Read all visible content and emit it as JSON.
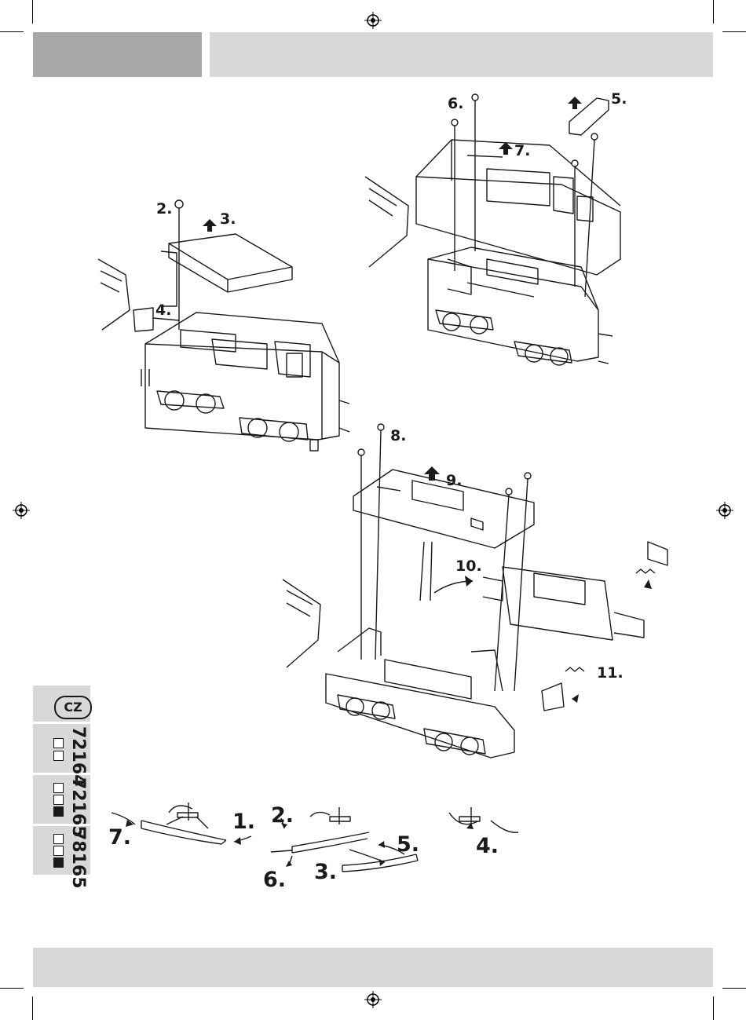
{
  "labels": {
    "top_right": {
      "s5": "5.",
      "s6": "6.",
      "s7": "7."
    },
    "top_left": {
      "s2": "2.",
      "s3": "3.",
      "s4": "4."
    },
    "mid": {
      "s8": "8.",
      "s9": "9.",
      "s10": "10.",
      "s11": "11."
    },
    "bottom": {
      "b1": "1.",
      "b2": "2.",
      "b3": "3.",
      "b4": "4.",
      "b5": "5.",
      "b6": "6.",
      "b7": "7."
    }
  },
  "side_tab": {
    "language": "CZ",
    "article_numbers": [
      "72164",
      "72165",
      "78165"
    ]
  }
}
